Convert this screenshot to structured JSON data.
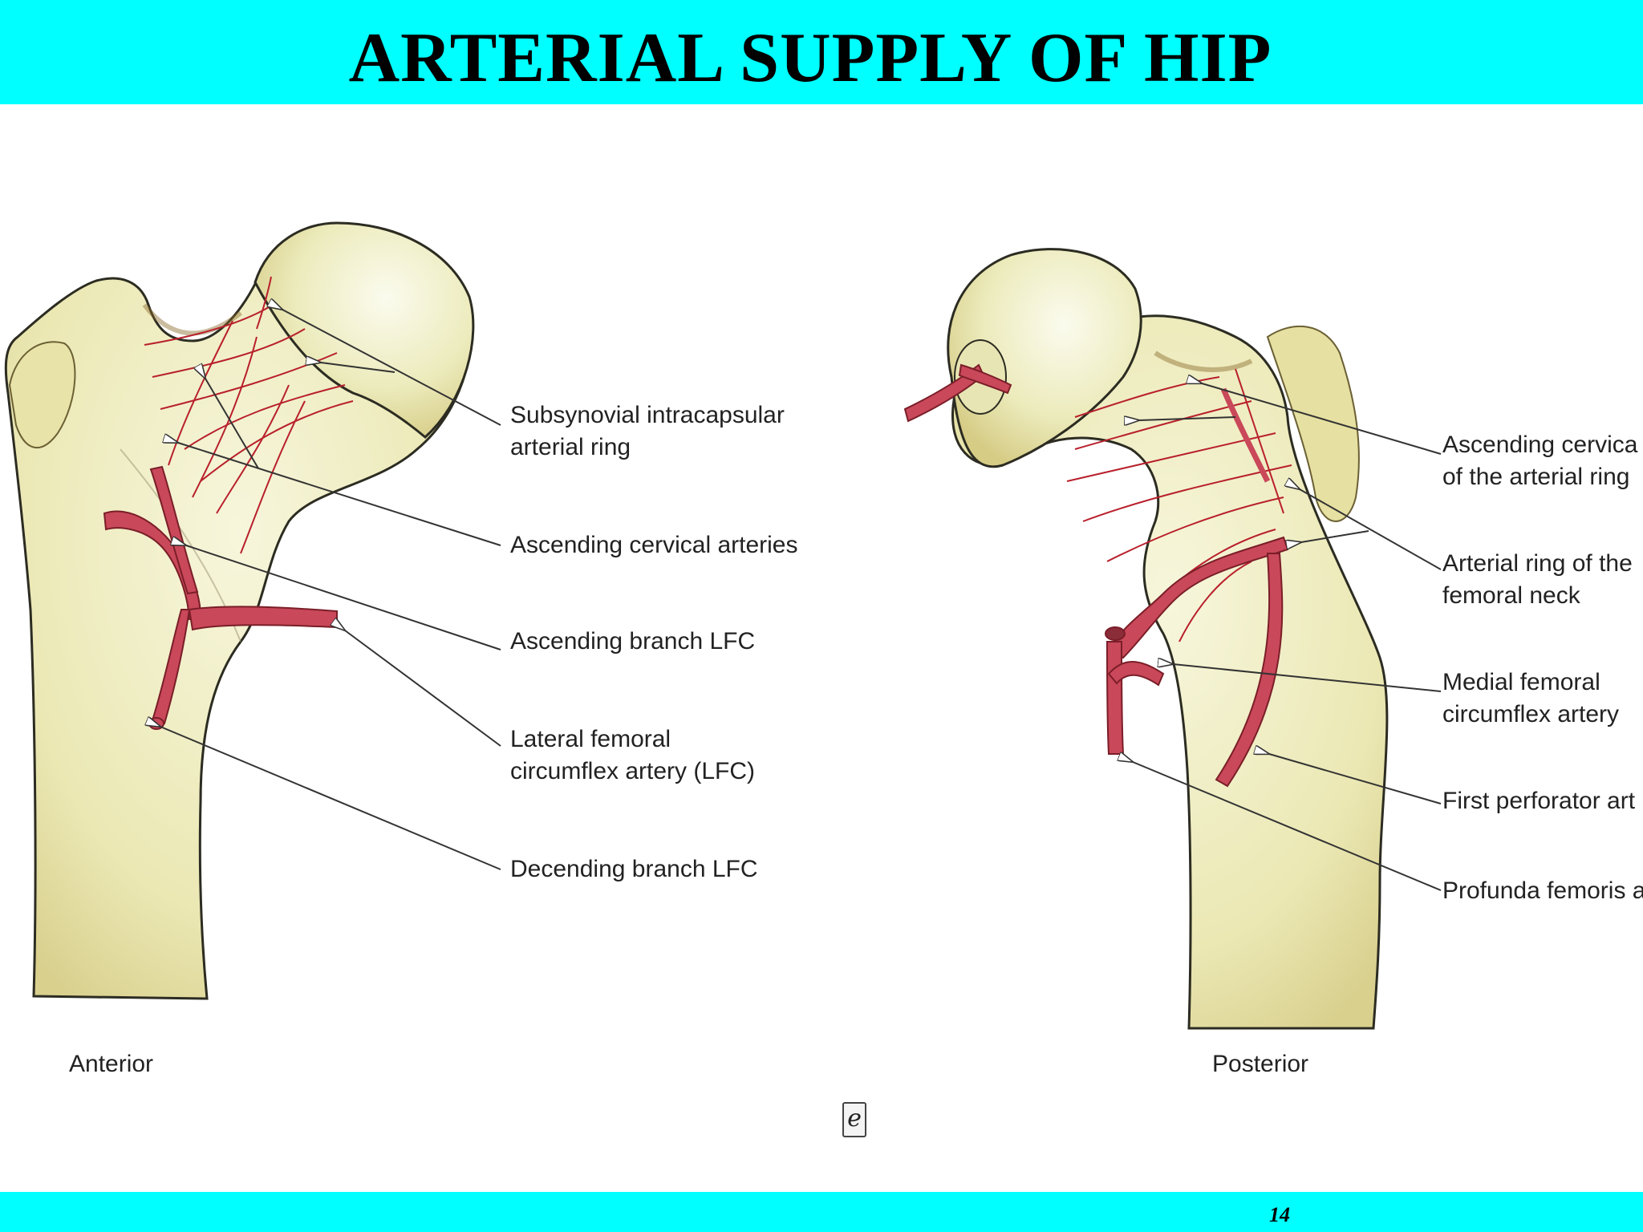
{
  "slide": {
    "title": "ARTERIAL SUPPLY OF HIP",
    "page_number": "14",
    "colors": {
      "band": "#00ffff",
      "bone": "#ece9b6",
      "artery": "#c9485a",
      "vessel_line": "#b8202c"
    }
  },
  "anterior": {
    "view_label": "Anterior",
    "labels": [
      {
        "line1": "Subsynovial intracapsular",
        "line2": "arterial ring"
      },
      {
        "line1": "Ascending cervical arteries",
        "line2": ""
      },
      {
        "line1": "Ascending branch LFC",
        "line2": ""
      },
      {
        "line1": "Lateral femoral",
        "line2": "circumflex artery (LFC)"
      },
      {
        "line1": "Decending branch LFC",
        "line2": ""
      }
    ]
  },
  "posterior": {
    "view_label": "Posterior",
    "labels": [
      {
        "line1": "Ascending cervica",
        "line2": "of the arterial ring"
      },
      {
        "line1": "Arterial ring of the",
        "line2": "femoral neck"
      },
      {
        "line1": "Medial femoral",
        "line2": "circumflex artery"
      },
      {
        "line1": "First perforator art",
        "line2": ""
      },
      {
        "line1": "Profunda femoris a",
        "line2": ""
      }
    ]
  },
  "watermark_icon": "e-logo-icon"
}
